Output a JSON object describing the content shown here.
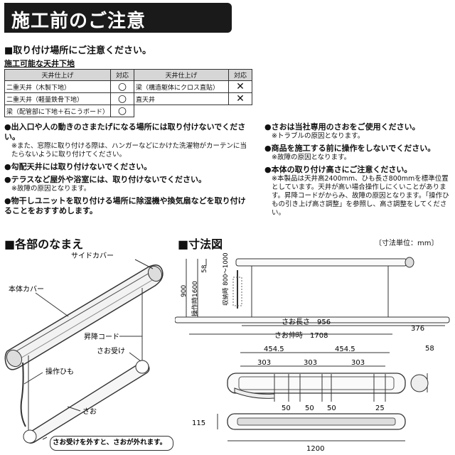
{
  "header": {
    "title": "施工前のご注意"
  },
  "install": {
    "heading": "■取り付け場所にご注意ください。",
    "table_heading": "施工可能な天井下地",
    "columns": [
      "天井仕上げ",
      "対応",
      "天井仕上げ",
      "対応"
    ],
    "rows": [
      {
        "a": "二重天井（木製下地）",
        "am": "○",
        "b": "梁（構造躯体にクロス直貼）",
        "bm": "✕"
      },
      {
        "a": "二重天井（軽量鉄骨下地）",
        "am": "○",
        "b": "直天井",
        "bm": "✕"
      },
      {
        "a": "梁（配管部に下地＋石こうボード）",
        "am": "○",
        "b": "",
        "bm": ""
      }
    ]
  },
  "notes_left": [
    {
      "main": "●出入口や人の動きのさまたげになる場所には取り付けないでください。",
      "sub": "※また、窓際に取り付ける際は、ハンガーなどにかけた洗濯物がカーテンに当たらないように取り付けてください。"
    },
    {
      "main": "●勾配天井には取り付けないでください。",
      "sub": ""
    },
    {
      "main": "●テラスなど屋外や浴室には、取り付けないでください。",
      "sub": "※故障の原因となります。"
    },
    {
      "main": "●物干しユニットを取り付ける場所に除湿機や換気扇などを取り付けることをおすすめします。",
      "sub": ""
    }
  ],
  "notes_right": [
    {
      "main": "●さおは当社専用のさおをご使用ください。",
      "sub": "※トラブルの原因となります。"
    },
    {
      "main": "●商品を施工する前に操作をしないでください。",
      "sub": "※故障の原因となります。"
    },
    {
      "main": "●本体の取り付け高さにご注意ください。",
      "sub": "※本製品は天井高2400mm、ひも長さ800mmを標準位置としています。天井が高い場合操作しにくいことがあります。昇降コードがからみ、故障の原因となります。「操作ひもの引き上げ高さ調整」を参照し、高さ調整をしてください。"
    }
  ],
  "parts": {
    "heading": "■各部のなまえ",
    "labels": {
      "side_cover": "サイドカバー",
      "body_cover": "本体カバー",
      "cord": "昇降コード",
      "receiver": "さお受け",
      "string": "操作ひも",
      "pole": "さお"
    },
    "caution": "さお受けを外すと、さおが外れます。"
  },
  "dims": {
    "heading": "■寸法図",
    "unit": "〔寸法単位：mm〕",
    "v58": "58",
    "v1600": "操作時1600",
    "v900": "900",
    "range": "収納時 800～1000",
    "pole_len": "さお長さ　956",
    "pole_ext": "さお伸時　1708",
    "v376": "376",
    "d454a": "454.5",
    "d454b": "454.5",
    "d303a": "303",
    "d303b": "303",
    "d303c": "303",
    "d58b": "58",
    "d50a": "50",
    "d50b": "50",
    "d50c": "50",
    "d25": "25",
    "d115": "115",
    "d1200": "1200"
  }
}
